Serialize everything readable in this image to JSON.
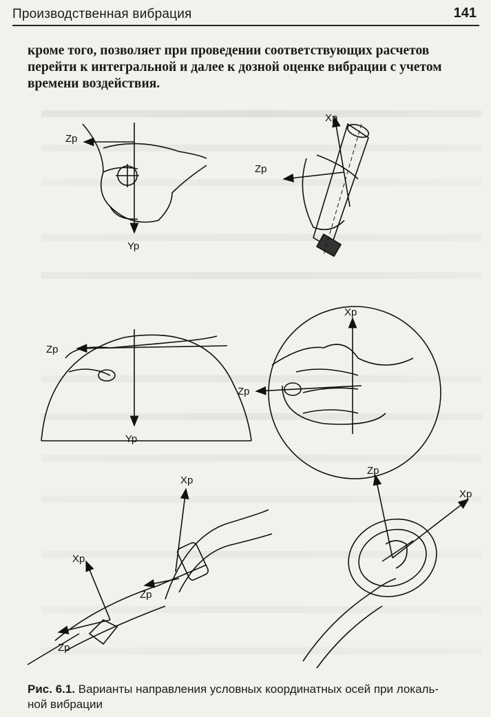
{
  "header": {
    "section_title": "Производственная вибрация",
    "page_number": "141"
  },
  "paragraph": {
    "line1": "кроме того, позволяет при проведении соответствующих расчетов",
    "line2": "перейти к интегральной и далее к дозной оценке вибрации с учетом",
    "line3": "времени воздействия."
  },
  "figure": {
    "panel1": {
      "axis_z": "Zp",
      "axis_y": "Yp"
    },
    "panel2": {
      "axis_x": "Xp",
      "axis_z": "Zp"
    },
    "panel3": {
      "axis_z": "Zp",
      "axis_y": "Yp"
    },
    "panel4": {
      "axis_x": "Xp",
      "axis_z": "Zp"
    },
    "panel5": {
      "axis_x_top": "Xp",
      "axis_x": "Xp",
      "axis_z_mid": "Zp",
      "axis_z": "Zp"
    },
    "panel6": {
      "axis_z": "Zp",
      "axis_x": "Xp"
    }
  },
  "caption": {
    "label": "Рис. 6.1.",
    "text": "Варианты направления условных координатных осей при локаль-",
    "text2": "ной вибрации"
  }
}
